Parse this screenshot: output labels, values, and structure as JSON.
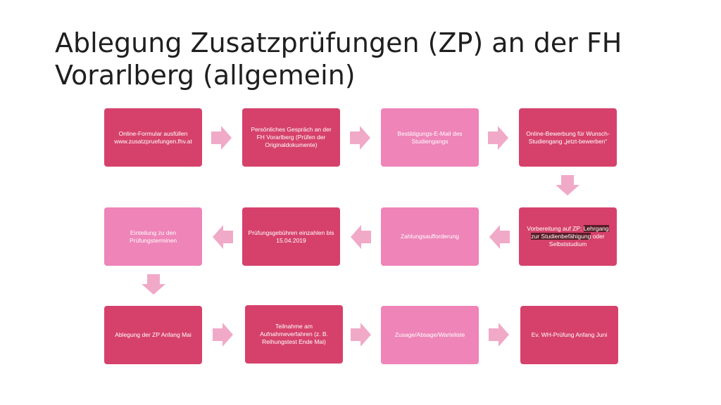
{
  "title": {
    "line1": "Ablegung Zusatzprüfungen (ZP) an der FH",
    "line2": "Vorarlberg (allgemein)"
  },
  "steps": [
    {
      "text": "Online-Formular ausfüllen www.zusatzpruefungen.fhv.at"
    },
    {
      "text": "Persönliches Gespräch an der FH Vorarlberg (Prüfen der Originaldokumente)"
    },
    {
      "text": "Bestätigungs-E-Mail des Studiengangs"
    },
    {
      "text": "Online-Bewerbung für Wunsch-Studiengang „jetzt-bewerben“"
    },
    {
      "pre": "Vorbereitung auf ZP: ",
      "highlight": "Lehrgang zur Studienbefähigung",
      "post": " oder Selbststudium"
    },
    {
      "text": "Zahlungsaufforderung"
    },
    {
      "text": "Prüfungsgebühren einzahlen bis 15.04.2019"
    },
    {
      "text": "Einteilung zu den Prüfungsterminen"
    },
    {
      "text": "Ablegung der ZP Anfang Mai"
    },
    {
      "text": "Teilnahme am Aufnahmeverfahren (z. B. Reihungstest Ende Mai)"
    },
    {
      "text": "Zusage/Absage/Warteliste"
    },
    {
      "text": "Ev. WH-Prüfung Anfang Juni"
    }
  ],
  "colors": {
    "dark_box": "#d6416b",
    "light_box": "#ee84b8",
    "arrow": "#f1a9c8",
    "highlight": "#5a1c28"
  }
}
